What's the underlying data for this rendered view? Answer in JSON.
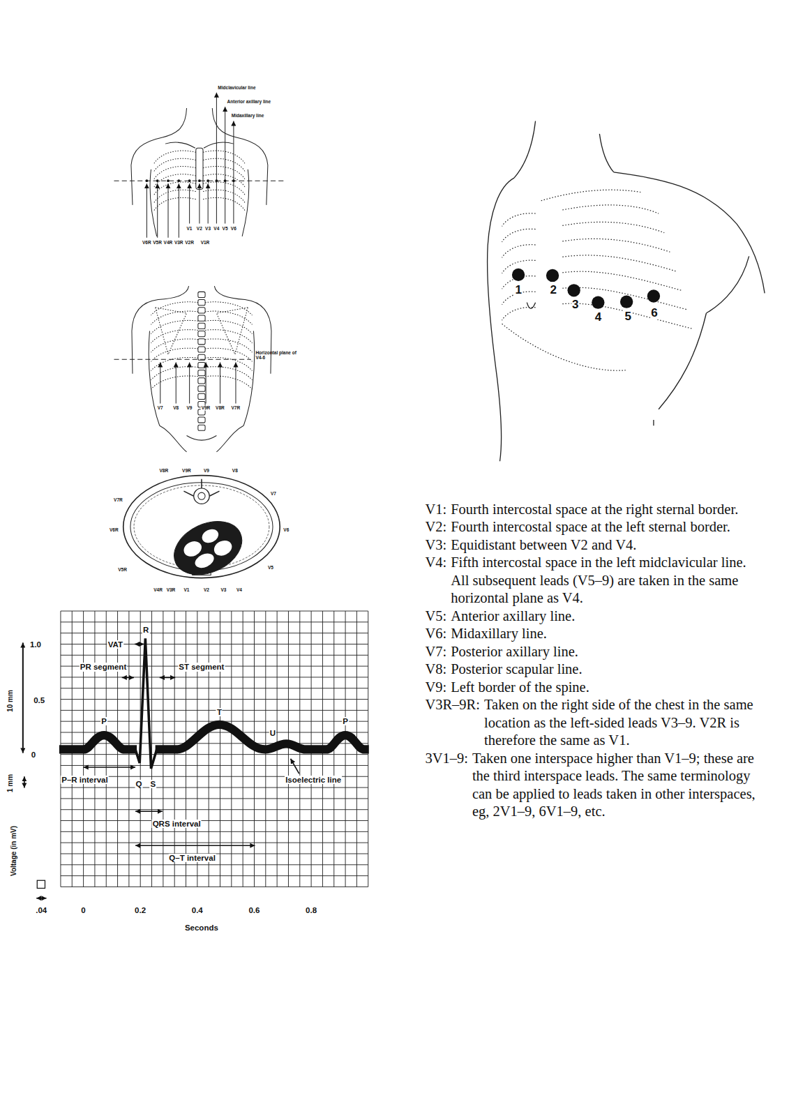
{
  "diagram": {
    "labels": [
      "Midclavicular line",
      "Anterior axillary line",
      "Midaxillary line",
      "V1",
      "V2",
      "V3",
      "V4",
      "V5",
      "V6",
      "V6R",
      "V5R",
      "V4R",
      "V3R",
      "V2R",
      "V1R",
      "Horizontal plane of V4-6",
      "V7",
      "V8",
      "V9",
      "V9R",
      "V8R",
      "V7R",
      "V8R",
      "V9R",
      "V9",
      "V8",
      "V7",
      "V6",
      "V5",
      "V7R",
      "V6R",
      "V5R",
      "V4R",
      "V3R",
      "V1",
      "V2",
      "V3",
      "V4",
      "1",
      "2",
      "3",
      "4",
      "5",
      "6",
      "1.0",
      "0.5",
      "0",
      "10 mm",
      "1 mm",
      "Voltage (in mV)",
      ".04",
      "0",
      "0.2",
      "0.4",
      "0.6",
      "0.8",
      "Seconds",
      "R",
      "VAT",
      "PR segment",
      "ST segment",
      "P",
      "T",
      "U",
      "P",
      "P–R interval",
      "Q",
      "S",
      "Isoelectric line",
      "QRS interval",
      "Q–T interval",
      "V1:",
      "Fourth intercostal space at the right sternal border.",
      "V2:",
      "Fourth intercostal space at the left sternal border.",
      "V3:",
      "Equidistant between V2 and V4.",
      "V4:",
      "Fifth intercostal space in the left midclavicular line. All subsequent leads (V5–9) are taken in the same horizontal plane as V4.",
      "V5:",
      "Anterior axillary line.",
      "V6:",
      "Midaxillary line.",
      "V7:",
      "Posterior axillary line.",
      "V8:",
      "Posterior scapular line.",
      "V9:",
      "Left border of the spine.",
      "V3R–9R:",
      "Taken on the right side of the chest in the same location as the left-sided leads V3–9. V2R is therefore the same as V1.",
      "3V1–9:",
      "Taken one interspace higher than V1–9; these are the third interspace leads. The same terminology can be applied to leads taken in other interspaces, eg, 2V1–9, 6V1–9, etc."
    ]
  }
}
